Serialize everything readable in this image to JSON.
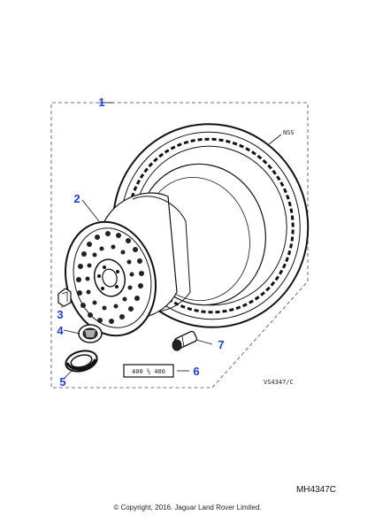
{
  "callouts": [
    "1",
    "2",
    "3",
    "4",
    "5",
    "6",
    "7"
  ],
  "labels": {
    "tyre_code": "NSS",
    "inner_ref": "VS4347/C",
    "plate_text": "400 ½ 400"
  },
  "footer": {
    "ref_code": "MH4347C",
    "copyright": "© Copyright, 2016. Jaguar Land Rover Limited."
  },
  "colors": {
    "callout": "#1a3fd1",
    "lines": "#111111"
  }
}
